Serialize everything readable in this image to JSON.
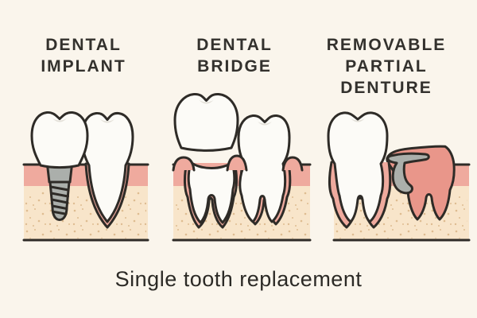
{
  "panels": [
    {
      "id": "dental-implant",
      "title_lines": [
        "DENTAL",
        "IMPLANT"
      ]
    },
    {
      "id": "dental-bridge",
      "title_lines": [
        "DENTAL",
        "BRIDGE"
      ]
    },
    {
      "id": "removable-partial-denture",
      "title_lines": [
        "REMOVABLE",
        "PARTIAL",
        "DENTURE"
      ]
    }
  ],
  "caption": "Single tooth replacement",
  "colors": {
    "background": "#faf5ec",
    "outline": "#2e2b27",
    "tooth": "#fcfbf7",
    "gum": "#efaa9e",
    "bone": "#f8e5ca",
    "speckle": "#c89a63",
    "metal": "#abafab",
    "denture-pink": "#e9968a",
    "title-text": "#33312d",
    "caption-text": "#2c2a26"
  }
}
